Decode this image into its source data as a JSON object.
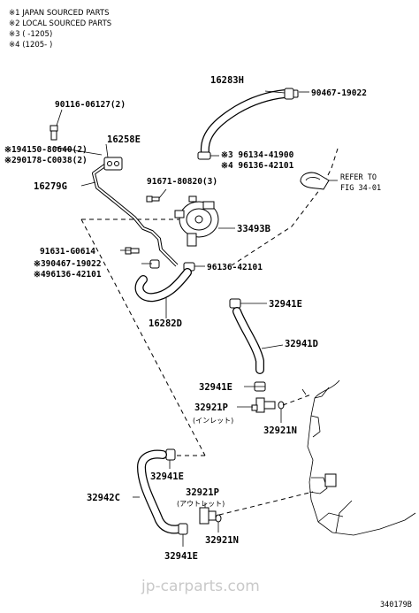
{
  "notes": [
    "※1 JAPAN SOURCED PARTS",
    "※2 LOCAL SOURCED PARTS",
    "※3 (      -1205)",
    "※4 (1205-      )"
  ],
  "labels": {
    "p16283H": "16283H",
    "p90467_19022": "90467-19022",
    "p90116": "90116-06127(2)",
    "p94150": "※194150-80640(2)",
    "p290178": "※290178-C0038(2)",
    "p16258E": "16258E",
    "p16279G": "16279G",
    "p96134": "※3 96134-41900",
    "p96136a": "※4 96136-42101",
    "refer1": "REFER TO",
    "refer2": "FIG 34-01",
    "p91671": "91671-80820(3)",
    "p33493B": "33493B",
    "p91631": "91631-G0614",
    "p90467b": "※390467-19022",
    "p96136b": "※496136-42101",
    "p96136c": "96136-42101",
    "p16282D": "16282D",
    "p32941E_a": "32941E",
    "p32941D": "32941D",
    "p32941E_b": "32941E",
    "p32921P_a": "32921P",
    "jp_inlet": "(インレット)",
    "p32921N_a": "32921N",
    "p32941E_c": "32941E",
    "p32942C": "32942C",
    "p32921P_b": "32921P",
    "jp_outlet": "(アウトレット)",
    "p32921N_b": "32921N",
    "p32941E_d": "32941E",
    "watermark": "jp-carparts.com",
    "figno": "340179B"
  }
}
